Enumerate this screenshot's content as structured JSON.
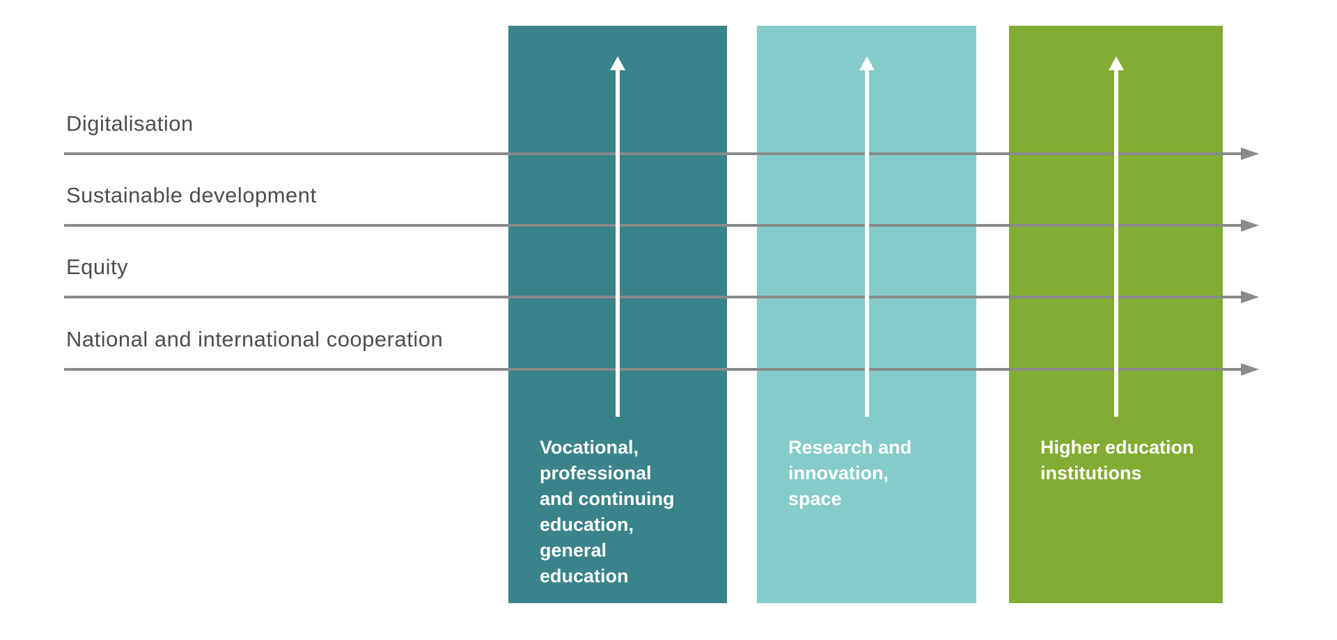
{
  "diagram": {
    "background": "#ffffff",
    "themes": [
      {
        "label": "Digitalisation"
      },
      {
        "label": "Sustainable development"
      },
      {
        "label": "Equity"
      },
      {
        "label": "National and international cooperation"
      }
    ],
    "pillars": [
      {
        "label": "Vocational,\nprofessional\nand continuing\neducation,\ngeneral\neducation",
        "color": "#3a838a"
      },
      {
        "label": "Research and\ninnovation,\nspace",
        "color": "#85cbc9"
      },
      {
        "label": "Higher education\ninstitutions",
        "color": "#82ac33"
      }
    ],
    "colors": {
      "theme_line": "#8a8a8a",
      "theme_label": "#4d4d4d",
      "pillar_label": "#ffffff",
      "pillar_arrow": "#ffffff"
    }
  }
}
